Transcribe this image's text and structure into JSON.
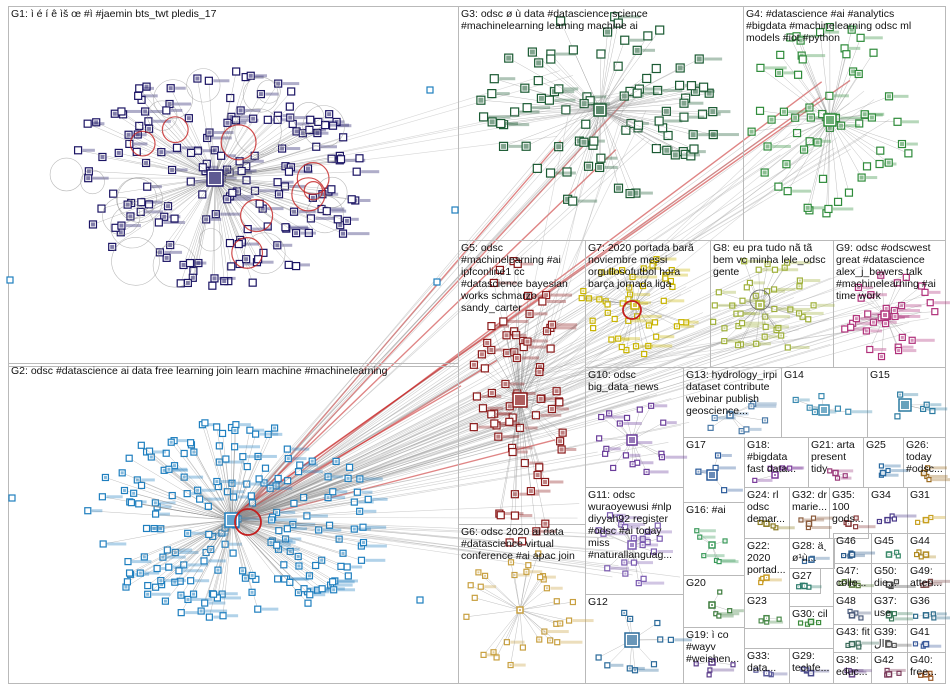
{
  "groups": [
    {
      "id": "G1",
      "label": "G1: ì é í ê ìš œ #ì #jaemin bts_twt pledis_17",
      "color": "#1b1464"
    },
    {
      "id": "G2",
      "label": "G2: odsc #datascience ai data free learning join learn machine #machinelearning",
      "color": "#1f7fbf"
    },
    {
      "id": "G3",
      "label": "G3: odsc ø ù data #datascience science #machinelearning learning machine ai",
      "color": "#1a5a32"
    },
    {
      "id": "G4",
      "label": "G4: #datascience #ai #analytics #bigdata #machinelearning odsc ml models #iot #python",
      "color": "#2e8b3a"
    },
    {
      "id": "G5",
      "label": "G5: odsc #machinelearning #ai ipfconline1 cc #datascience bayesian works schmarzo sandy_carter",
      "color": "#8b1a1a"
    },
    {
      "id": "G6",
      "label": "G6: odsc 2020 ai data #datascience virtual conference #ai apac join",
      "color": "#c8a040"
    },
    {
      "id": "G7",
      "label": "G7: 2020 portada barã noviembre messi orgullosofutbol hora barça jornada liga",
      "color": "#c8b400"
    },
    {
      "id": "G8",
      "label": "G8: eu pra tudo nã tã bem vc minha lele_odsc gente",
      "color": "#9fb03a"
    },
    {
      "id": "G9",
      "label": "G9: odsc #odscwest great #datascience alex_j_bowers talk #machinelearning #ai time work",
      "color": "#b0307a"
    },
    {
      "id": "G10",
      "label": "G10: odsc big_data_news",
      "color": "#6a3d9a"
    },
    {
      "id": "G11",
      "label": "G11: odsc wuraoyewusi #nlp diyyah92 register #odsc #ai today miss #naturallanguag...",
      "color": "#7a5ab0"
    },
    {
      "id": "G12",
      "label": "G12",
      "color": "#2a6a9a"
    },
    {
      "id": "G13",
      "label": "G13: hydrology_irpi dataset contribute webinar publish geoscience...",
      "color": "#4a7aa8"
    },
    {
      "id": "G14",
      "label": "G14",
      "color": "#3a8ab0"
    },
    {
      "id": "G15",
      "label": "G15",
      "color": "#2a7aa0"
    },
    {
      "id": "G16",
      "label": "G16: #ai",
      "color": "#3a9a5a"
    },
    {
      "id": "G17",
      "label": "G17",
      "color": "#2a5a9a"
    },
    {
      "id": "G18",
      "label": "G18: #bigdata fast data...",
      "color": "#7a3a9a"
    },
    {
      "id": "G19",
      "label": "G19: ì co #wayv #weishen...",
      "color": "#5a3a8a"
    },
    {
      "id": "G20",
      "label": "G20",
      "color": "#3a7a3a"
    },
    {
      "id": "G21",
      "label": "G21: arta present tidy",
      "color": "#9a3a7a"
    },
    {
      "id": "G22",
      "label": "G22: 2020 portad...",
      "color": "#c89a20"
    },
    {
      "id": "G23",
      "label": "G23",
      "color": "#4a8a4a"
    },
    {
      "id": "G24",
      "label": "G24: rl odsc demar...",
      "color": "#8a7a20"
    },
    {
      "id": "G25",
      "label": "G25",
      "color": "#2a6aa0"
    },
    {
      "id": "G26",
      "label": "G26: today #odsc...",
      "color": "#9a6a20"
    },
    {
      "id": "G27",
      "label": "G27",
      "color": "#2a7a6a"
    },
    {
      "id": "G28",
      "label": "G28: ä¸ ø¹ù...",
      "color": "#3a6a9a"
    },
    {
      "id": "G29",
      "label": "G29: techfe...",
      "color": "#4a4a8a"
    },
    {
      "id": "G30",
      "label": "G30: cil",
      "color": "#3a8a3a"
    },
    {
      "id": "G31",
      "label": "G31",
      "color": "#c8a020"
    },
    {
      "id": "G32",
      "label": "G32: dr marie...",
      "color": "#8a5a3a"
    },
    {
      "id": "G33",
      "label": "G33: data...",
      "color": "#5a5a9a"
    },
    {
      "id": "G34",
      "label": "G34",
      "color": "#4a3a8a"
    },
    {
      "id": "G35",
      "label": "G35: 100 gods...",
      "color": "#8a3a3a"
    },
    {
      "id": "G36",
      "label": "G36",
      "color": "#2a6a8a"
    },
    {
      "id": "G37",
      "label": "G37: use",
      "color": "#3a7a5a"
    },
    {
      "id": "G38",
      "label": "G38: educ...",
      "color": "#6a4a8a"
    },
    {
      "id": "G39",
      "label": "G39: ال",
      "color": "#5a5a5a"
    },
    {
      "id": "G40",
      "label": "G40: free...",
      "color": "#9a5a2a"
    },
    {
      "id": "G41",
      "label": "G41",
      "color": "#3a5a9a"
    },
    {
      "id": "G42",
      "label": "G42",
      "color": "#7a3a5a"
    },
    {
      "id": "G43",
      "label": "G43: fit",
      "color": "#3a6a5a"
    },
    {
      "id": "G44",
      "label": "G44",
      "color": "#b08a20"
    },
    {
      "id": "G45",
      "label": "G45",
      "color": "#3a8a6a"
    },
    {
      "id": "G46",
      "label": "G46",
      "color": "#2a5a8a"
    },
    {
      "id": "G47",
      "label": "G47: colle...",
      "color": "#5a7a3a"
    },
    {
      "id": "G48",
      "label": "G48",
      "color": "#4a5a7a"
    },
    {
      "id": "G49",
      "label": "G49: atten...",
      "color": "#7a4a4a"
    },
    {
      "id": "G50",
      "label": "G50: die...",
      "color": "#4a4a4a"
    }
  ],
  "colors": {
    "background": "#ffffff",
    "box_border": "#b9b9b9",
    "edge": "#9a9a9a",
    "edge_red": "#c42020"
  }
}
